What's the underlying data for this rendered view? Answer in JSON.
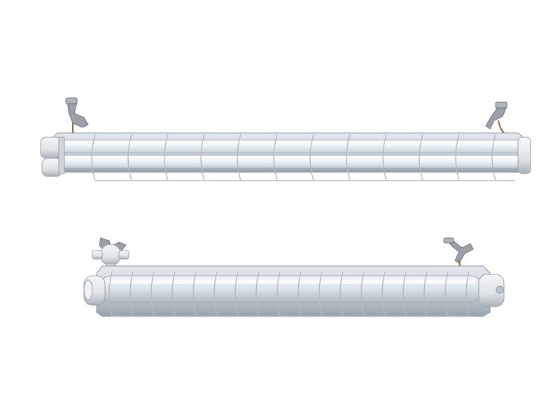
{
  "colors": {
    "background": "#ffffff",
    "housing": "#c9d2da",
    "housing_dark": "#98a3ad",
    "tube_glass": "#eef4f7",
    "end_cap": "#dfe3e6",
    "wire_guard": "#b9c1c8",
    "bracket": "#8a8f94",
    "cable": "#8a6a3a"
  },
  "scene": {
    "fixtures": [
      {
        "kind": "twin-tube-fixture",
        "icon": "explosion-proof-twin-tube-light"
      },
      {
        "kind": "single-tube-fixture",
        "icon": "explosion-proof-single-tube-light"
      }
    ]
  }
}
